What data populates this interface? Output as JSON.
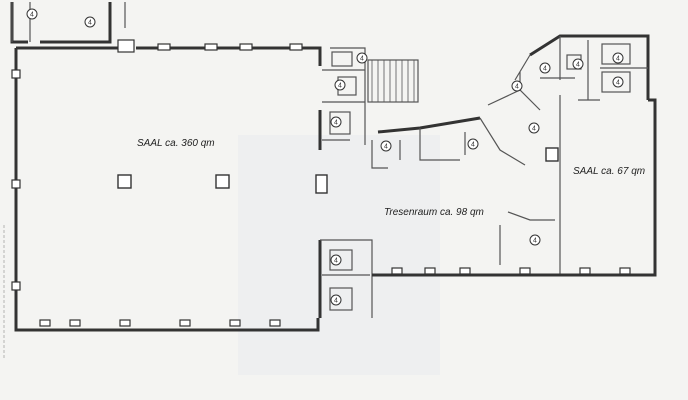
{
  "rooms": {
    "saal_large": "SAAL ca. 360 qm",
    "tresenraum": "Tresenraum ca. 98 qm",
    "saal_small": "SAAL ca. 67 qm"
  },
  "marker": "4"
}
